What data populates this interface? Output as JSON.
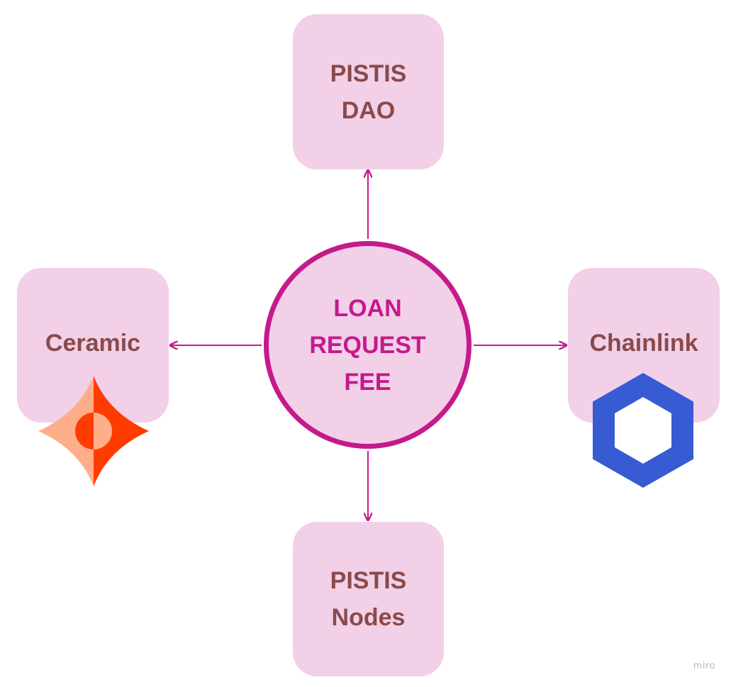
{
  "diagram": {
    "center": {
      "lines": [
        "LOAN",
        "REQUEST",
        "FEE"
      ]
    },
    "nodes": {
      "top": {
        "lines": [
          "PISTIS",
          "DAO"
        ]
      },
      "bottom": {
        "lines": [
          "PISTIS",
          "Nodes"
        ]
      },
      "left": {
        "label": "Ceramic",
        "logo": "ceramic-logo"
      },
      "right": {
        "label": "Chainlink",
        "logo": "chainlink-logo"
      }
    },
    "edges": [
      {
        "from": "center",
        "to": "top"
      },
      {
        "from": "center",
        "to": "bottom"
      },
      {
        "from": "center",
        "to": "left"
      },
      {
        "from": "center",
        "to": "right"
      }
    ]
  },
  "colors": {
    "node_fill": "#f2d0e8",
    "node_text": "#8a4a4a",
    "center_border": "#c41a8c",
    "center_text": "#c41a8c",
    "arrow": "#c41a8c",
    "ceramic_orange": "#ff3c00",
    "ceramic_peach": "#ffae8a",
    "chainlink_blue": "#375bd2"
  },
  "watermark": "miro"
}
